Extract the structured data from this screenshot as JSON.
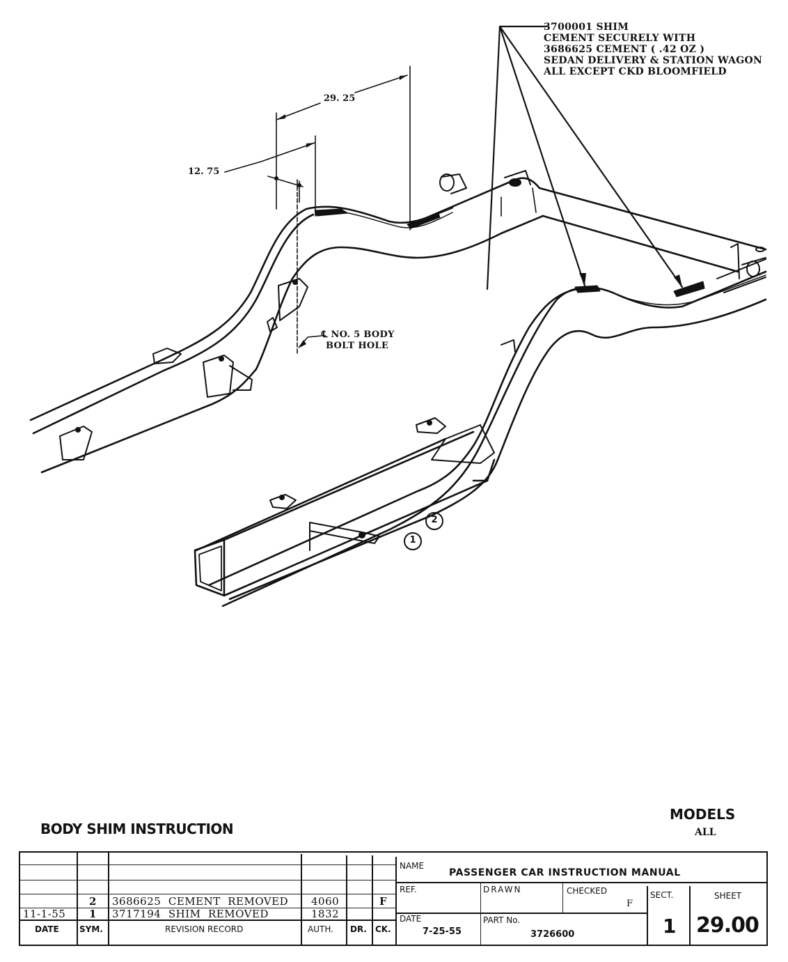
{
  "drawing": {
    "callout_shim": {
      "lines": [
        "3700001 SHIM",
        "CEMENT SECURELY WITH",
        "3686625 CEMENT ( .42 OZ )",
        "SEDAN DELIVERY & STATION WAGON",
        "ALL EXCEPT CKD BLOOMFIELD"
      ]
    },
    "dimension_long": "29. 25",
    "dimension_short": "12. 75",
    "callout_bolt": {
      "lines": [
        "℄ NO. 5 BODY",
        "BOLT HOLE"
      ]
    },
    "revision_markers": [
      "1",
      "2"
    ]
  },
  "title_block": {
    "title": "BODY SHIM INSTRUCTION",
    "models_label": "MODELS",
    "models_value": "ALL",
    "revisions": [
      {
        "date": "",
        "sym": "2",
        "record": "3686625  CEMENT  REMOVED",
        "auth": "4060",
        "dr": "",
        "ck": "F"
      },
      {
        "date": "11-1-55",
        "sym": "1",
        "record": "3717194  SHIM  REMOVED",
        "auth": "1832",
        "dr": "",
        "ck": ""
      }
    ],
    "revision_headers": {
      "date": "DATE",
      "sym": "SYM.",
      "record": "REVISION RECORD",
      "auth": "AUTH.",
      "dr": "DR.",
      "ck": "CK."
    },
    "name_label": "NAME",
    "name_value": "PASSENGER CAR INSTRUCTION MANUAL",
    "ref_label": "REF.",
    "ref_value": "",
    "drawn_label": "DRAWN",
    "drawn_value": "",
    "checked_label": "CHECKED",
    "checked_value": "F",
    "date_label": "DATE",
    "date_value": "7-25-55",
    "part_label": "PART No.",
    "part_value": "3726600",
    "sect_label": "SECT.",
    "sect_value": "1",
    "sheet_label": "SHEET",
    "sheet_value": "29.00"
  }
}
